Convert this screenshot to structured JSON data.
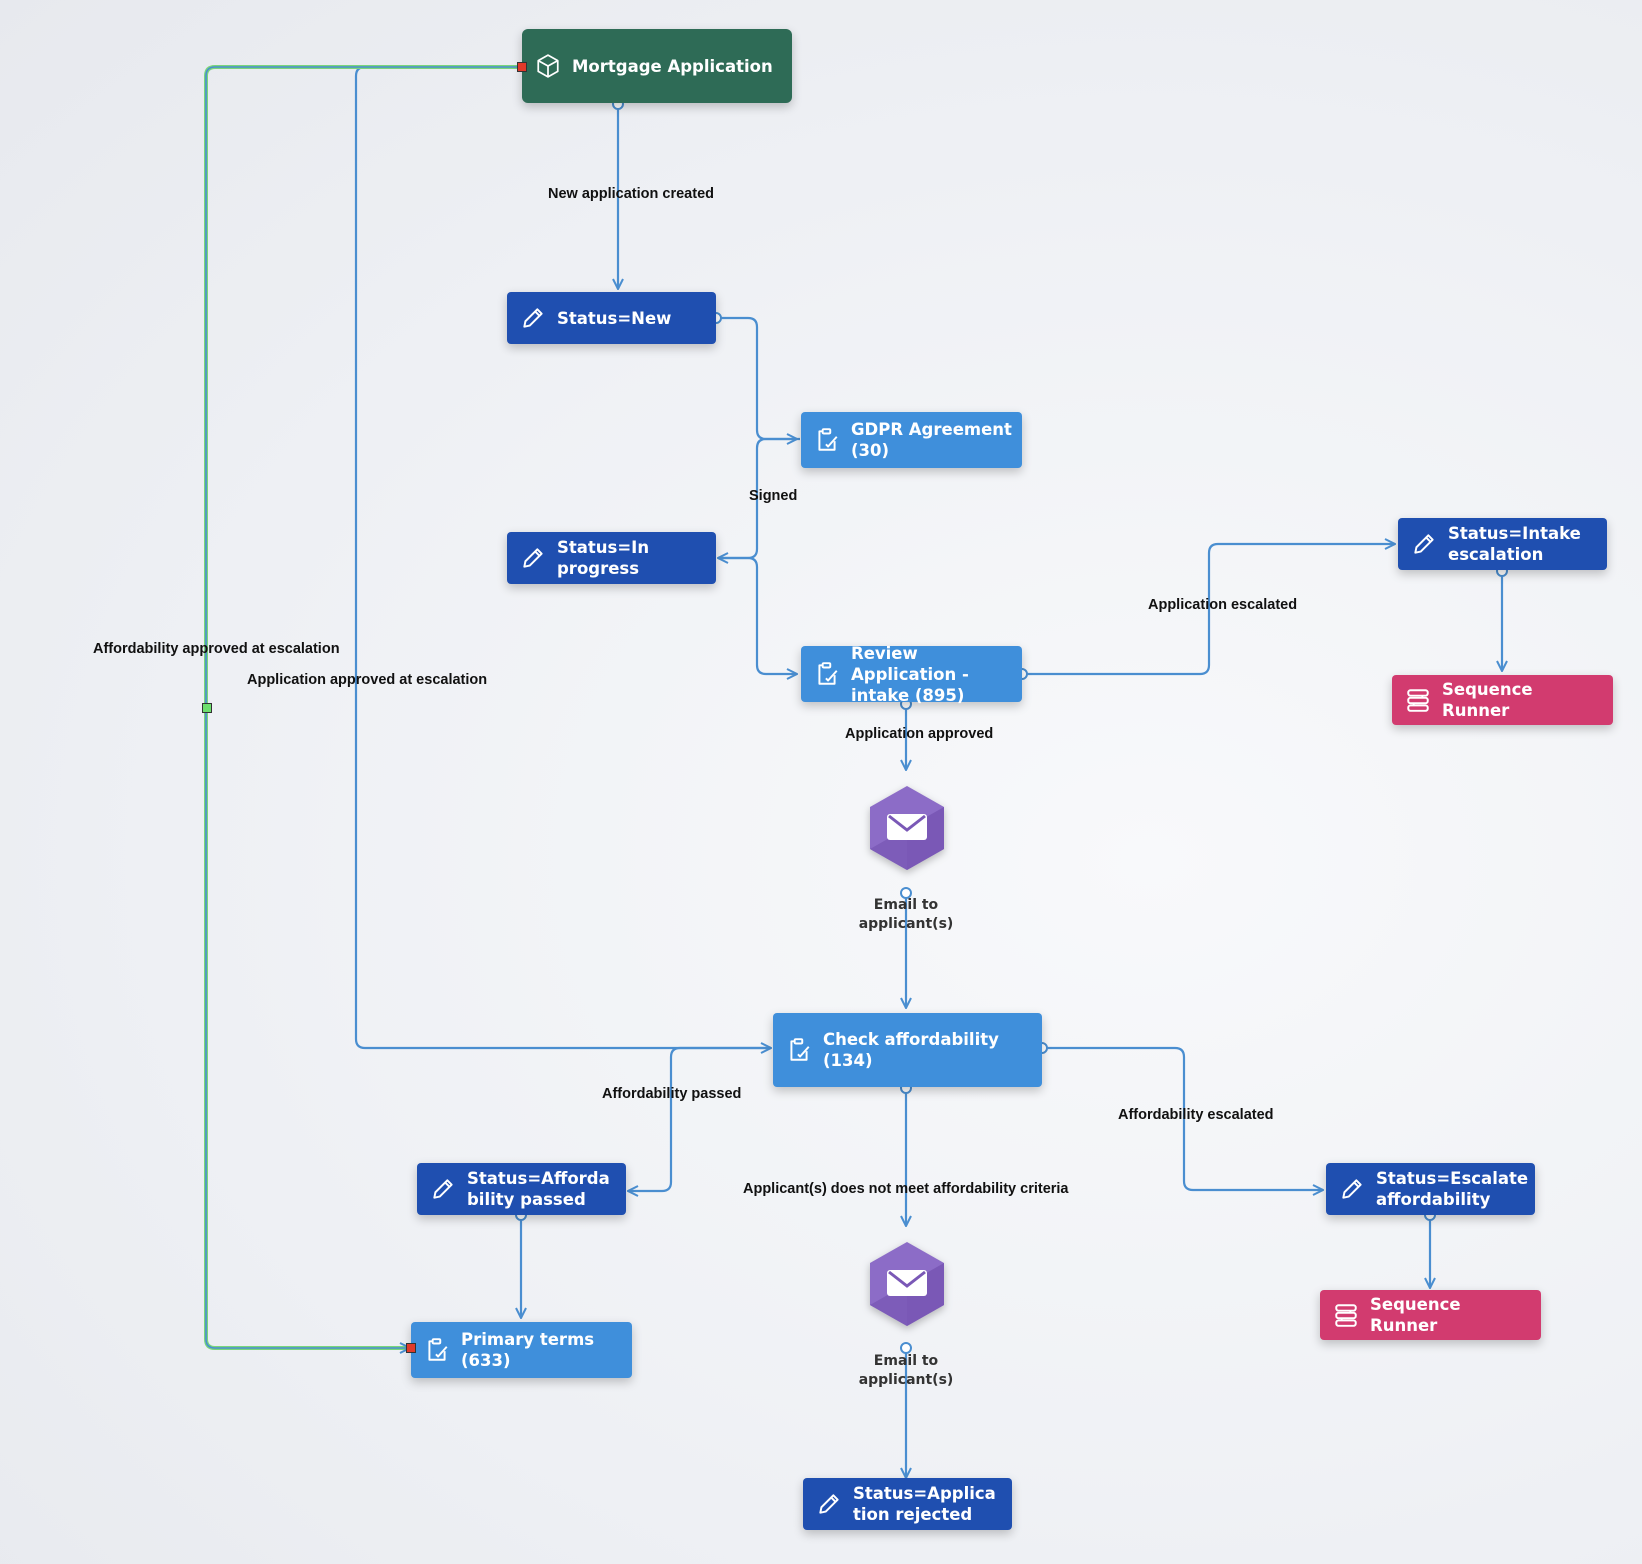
{
  "colors": {
    "root": "#2e6b56",
    "status": "#1f4fb0",
    "form": "#3f8fdb",
    "sequence": "#d23b6f",
    "email": "#8c6cc7",
    "edge": "#4a8ed0",
    "selected_edge": "#7ad67a",
    "handle_red": "#e03a2a",
    "handle_green": "#6de06d"
  },
  "nodes": {
    "mortgage_application": {
      "label": "Mortgage Application",
      "icon": "cube-icon"
    },
    "status_new": {
      "label": "Status=New",
      "icon": "pencil-icon"
    },
    "gdpr_agreement": {
      "label": "GDPR Agreement (30)",
      "icon": "form-icon"
    },
    "status_in_progress": {
      "label": "Status=In progress",
      "icon": "pencil-icon"
    },
    "review_application": {
      "label": "Review Application - intake (895)",
      "icon": "form-icon"
    },
    "status_intake_escalation": {
      "label": "Status=Intake escalation",
      "icon": "pencil-icon"
    },
    "sequence_runner_1": {
      "label": "Sequence Runner",
      "icon": "sequence-icon"
    },
    "email_1": {
      "label": "Email to applicant(s)",
      "icon": "mail-icon"
    },
    "check_affordability": {
      "label": "Check affordability (134)",
      "icon": "form-icon"
    },
    "status_affordability_passed": {
      "label": "Status=Affordability passed",
      "icon": "pencil-icon"
    },
    "primary_terms": {
      "label": "Primary terms (633)",
      "icon": "form-icon"
    },
    "email_2": {
      "label": "Email to applicant(s)",
      "icon": "mail-icon"
    },
    "status_application_rejected": {
      "label": "Status=Application rejected",
      "icon": "pencil-icon"
    },
    "status_escalate_affordability": {
      "label": "Status=Escalate affordability",
      "icon": "pencil-icon"
    },
    "sequence_runner_2": {
      "label": "Sequence Runner",
      "icon": "sequence-icon"
    }
  },
  "edge_labels": {
    "new_application_created": "New application created",
    "signed": "Signed",
    "application_escalated": "Application escalated",
    "application_approved": "Application approved",
    "affordability_approved_at_escalation": "Affordability approved at escalation",
    "application_approved_at_escalation": "Application approved at escalation",
    "affordability_passed": "Affordability passed",
    "affordability_escalated": "Affordability escalated",
    "applicant_does_not_meet": "Applicant(s) does not meet affordability criteria"
  }
}
